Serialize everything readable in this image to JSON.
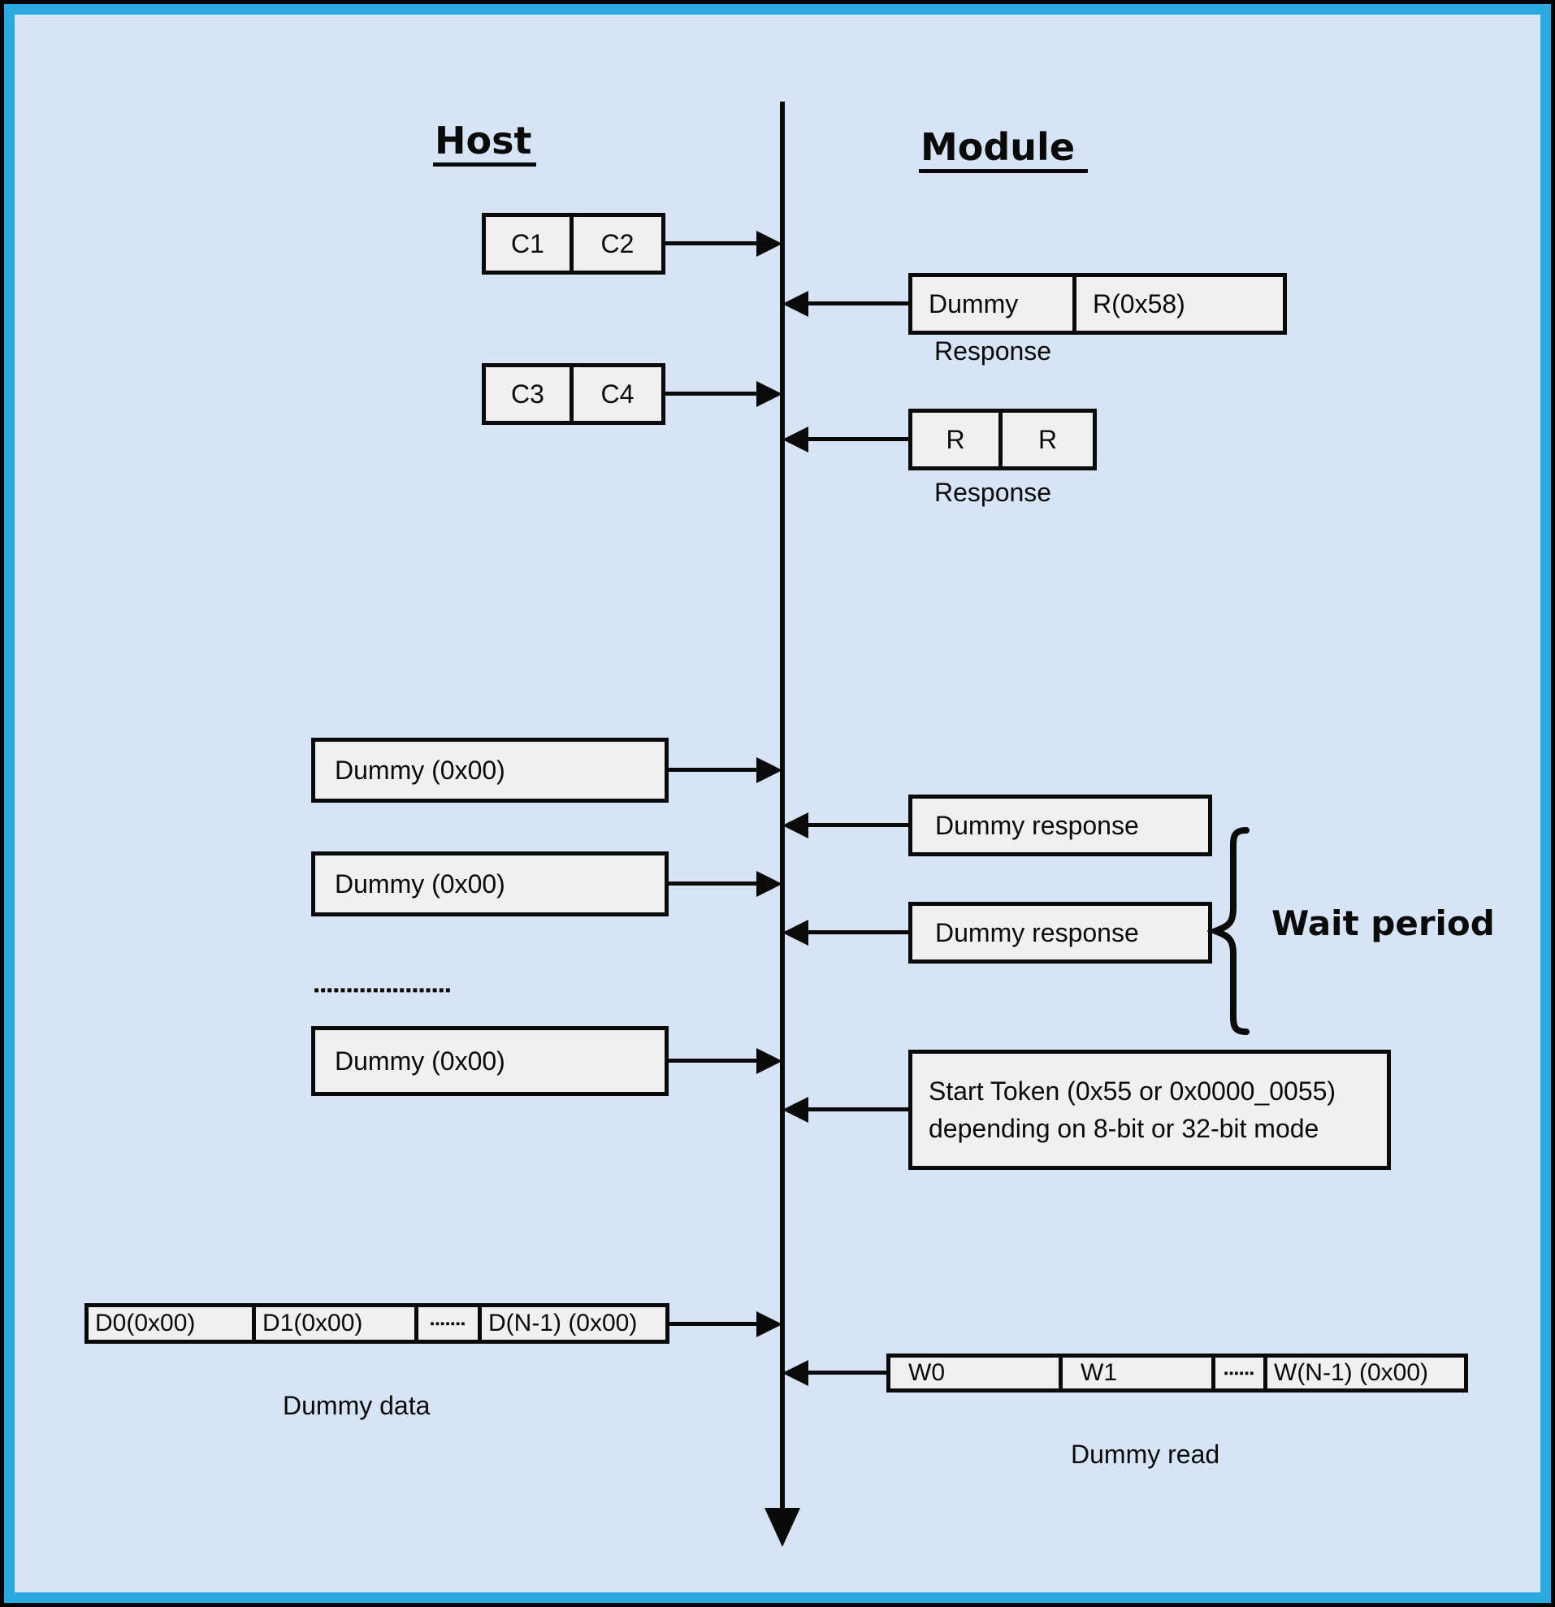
{
  "titles": {
    "host": "Host",
    "module": "Module"
  },
  "colors": {
    "background": "#d7e4f5",
    "frame": "#29a9e0",
    "box_fill": "#f0f0f0",
    "ink": "#0a0a0a"
  },
  "host": {
    "cmd1": {
      "cells": [
        "C1",
        "C2"
      ]
    },
    "cmd2": {
      "cells": [
        "C3",
        "C4"
      ]
    },
    "dummy1": "Dummy (0x00)",
    "dummy2": "Dummy (0x00)",
    "dummy3": "Dummy (0x00)",
    "dots": "▪▪▪▪▪▪▪▪▪▪▪▪▪▪▪▪▪▪▪▪▪",
    "data_row": {
      "cells": [
        "D0(0x00)",
        "D1(0x00)",
        "▪▪▪▪▪▪▪",
        "D(N-1) (0x00)"
      ],
      "caption": "Dummy data"
    }
  },
  "module": {
    "response1": {
      "cells": [
        "Dummy",
        "R(0x58)"
      ],
      "caption": "Response"
    },
    "response2": {
      "cells": [
        "R",
        "R"
      ],
      "caption": "Response"
    },
    "dummy_response1": "Dummy response",
    "dummy_response2": "Dummy response",
    "start_token": {
      "line1": "Start Token (0x55 or 0x0000_0055)",
      "line2": "depending on 8-bit or 32-bit mode"
    },
    "read_row": {
      "cells": [
        "W0",
        "W1",
        "▪▪▪▪▪▪",
        "W(N-1) (0x00)"
      ],
      "caption": "Dummy read"
    }
  },
  "annotations": {
    "wait_period": "Wait period"
  }
}
